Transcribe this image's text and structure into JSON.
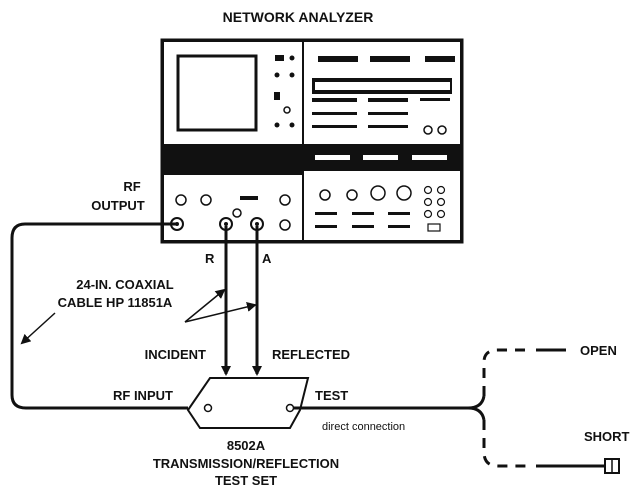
{
  "title": "NETWORK ANALYZER",
  "labels": {
    "rf_output_line1": "RF",
    "rf_output_line2": "OUTPUT",
    "port_r": "R",
    "port_a": "A",
    "cable_line1": "24-IN. COAXIAL",
    "cable_line2": "CABLE HP 11851A",
    "incident": "INCIDENT",
    "reflected": "REFLECTED",
    "rf_input": "RF INPUT",
    "test": "TEST",
    "direct_connection": "direct connection",
    "open": "OPEN",
    "short": "SHORT",
    "testset_line1": "8502A",
    "testset_line2": "TRANSMISSION/REFLECTION",
    "testset_line3": "TEST SET"
  }
}
